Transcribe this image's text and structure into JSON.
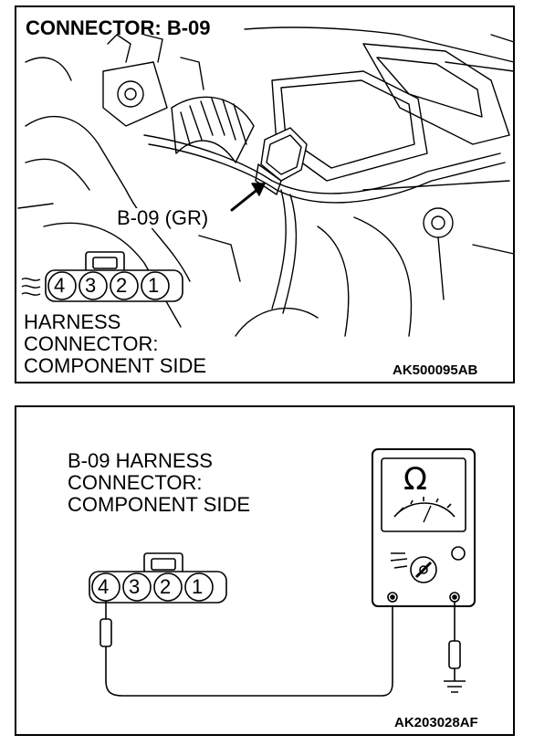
{
  "top_panel": {
    "title": "CONNECTOR: B-09",
    "callout": "B-09 (GR)",
    "connector_pins": [
      "4",
      "3",
      "2",
      "1"
    ],
    "caption_lines": [
      "HARNESS",
      "CONNECTOR:",
      "COMPONENT SIDE"
    ],
    "figure_code": "AK500095AB"
  },
  "bottom_panel": {
    "caption_lines": [
      "B-09 HARNESS",
      "CONNECTOR:",
      "COMPONENT SIDE"
    ],
    "connector_pins": [
      "4",
      "3",
      "2",
      "1"
    ],
    "meter_symbol": "Ω",
    "figure_code": "AK203028AF"
  }
}
